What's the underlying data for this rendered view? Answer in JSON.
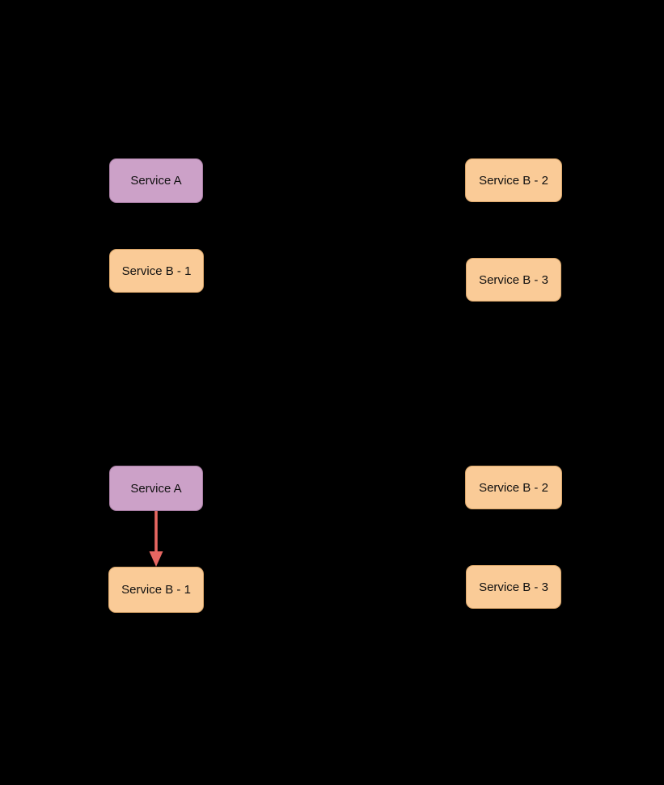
{
  "diagram": {
    "scenario1": {
      "service_a": {
        "label": "Service A"
      },
      "service_b1": {
        "label": "Service B - 1"
      },
      "service_b2": {
        "label": "Service B - 2"
      },
      "service_b3": {
        "label": "Service B - 3"
      }
    },
    "scenario2": {
      "service_a": {
        "label": "Service A"
      },
      "service_b1": {
        "label": "Service B - 1"
      },
      "service_b2": {
        "label": "Service B - 2"
      },
      "service_b3": {
        "label": "Service B - 3"
      },
      "edge": {
        "from": "Service A",
        "to": "Service B - 1"
      }
    },
    "colors": {
      "background": "#000000",
      "service_a_fill": "#cca1c8",
      "service_b_fill": "#facb97",
      "arrow": "#e76762",
      "label_text": "#111111"
    }
  }
}
